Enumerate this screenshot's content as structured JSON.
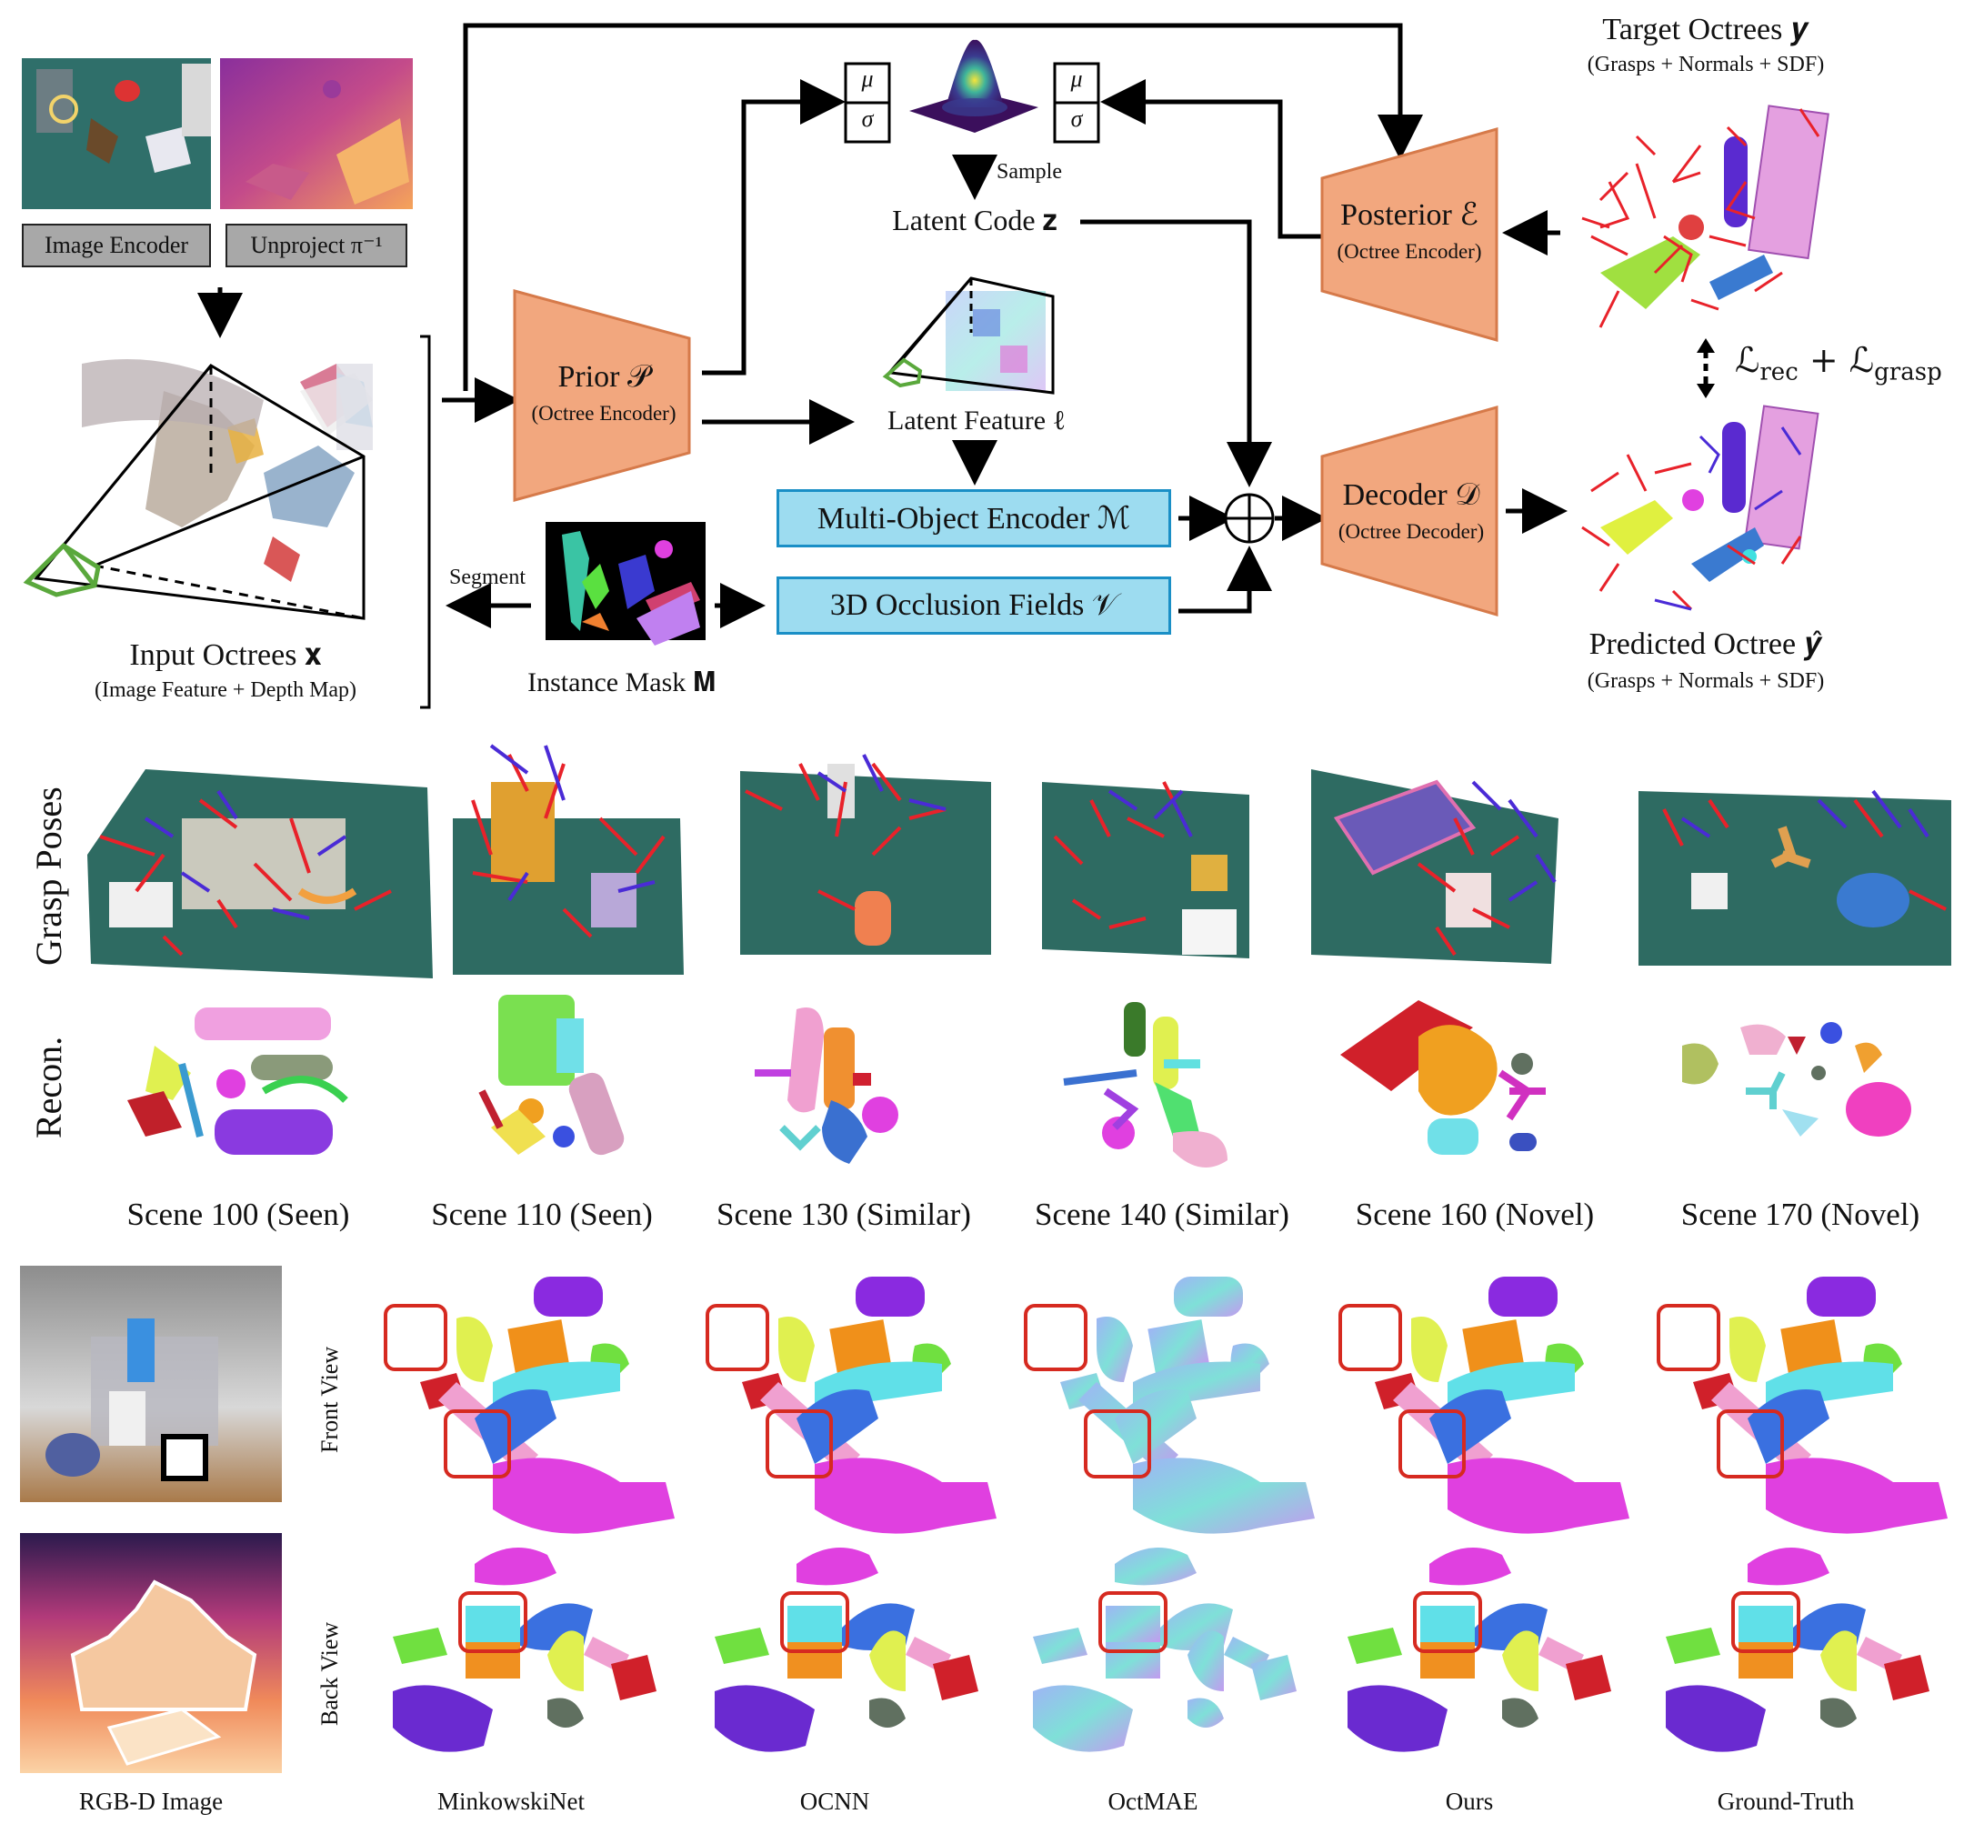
{
  "diagram": {
    "top_labels": {
      "target_title": "Target Octrees 𝒚",
      "target_sub": "(Grasps + Normals + SDF)",
      "image_encoder": "Image Encoder",
      "unproject": "Unproject π⁻¹",
      "mu": "μ",
      "sigma": "σ",
      "sample": "Sample",
      "latent_code": "Latent Code 𝐳",
      "posterior_title": "Posterior ℰ",
      "posterior_sub": "(Octree Encoder)",
      "prior_title": "Prior 𝒫",
      "prior_sub": "(Octree Encoder)",
      "latent_feature": "Latent Feature ℓ",
      "loss": "ℒrec + ℒgrasp",
      "loss_main_rec": "ℒ",
      "loss_sub_rec": "rec",
      "loss_plus": "+ ℒ",
      "loss_sub_grasp": "grasp",
      "multi_object": "Multi-Object Encoder ℳ",
      "decoder_title": "Decoder 𝒟",
      "decoder_sub": "(Octree Decoder)",
      "segment": "Segment",
      "occlusion": "3D Occlusion Fields 𝒱",
      "input_title": "Input Octrees 𝐱",
      "input_sub": "(Image Feature + Depth Map)",
      "instance_mask": "Instance Mask 𝐌",
      "predicted_title": "Predicted Octree 𝒚̂",
      "predicted_sub": "(Grasps + Normals + SDF)",
      "oplus": "⊕"
    },
    "row_labels": {
      "grasp": "Grasp Poses",
      "recon": "Recon."
    },
    "scenes": [
      "Scene 100 (Seen)",
      "Scene 110 (Seen)",
      "Scene 130 (Similar)",
      "Scene 140 (Similar)",
      "Scene 160 (Novel)",
      "Scene 170 (Novel)"
    ],
    "bottom": {
      "front_view": "Front View",
      "back_view": "Back View",
      "methods": [
        "RGB-D Image",
        "MinkowskiNet",
        "OCNN",
        "OctMAE",
        "Ours",
        "Ground-Truth"
      ]
    },
    "colors": {
      "orange_trap": "#f2a77e",
      "orange_border": "#d67a4a",
      "blue_box": "#9ddcf0",
      "blue_border": "#1a8fc6",
      "gray_box": "#a8a8a8",
      "table_green": "#2e6b62",
      "grasp_red": "#e8222a",
      "grasp_blue": "#4a2bd6",
      "highlight_red": "#d62a20"
    }
  }
}
